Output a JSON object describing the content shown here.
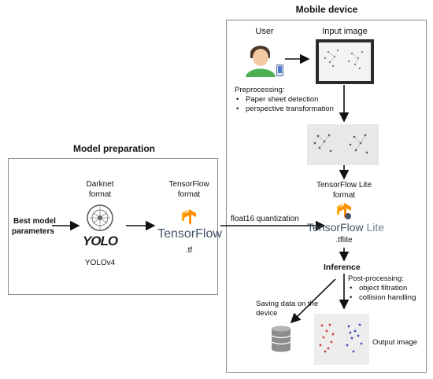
{
  "model_preparation": {
    "title": "Model preparation",
    "best_model_line1": "Best model",
    "best_model_line2": "parameters",
    "darknet_line1": "Darknet",
    "darknet_line2": "format",
    "yolo_logo_text": "YOLO",
    "yolov4_label": "YOLOv4",
    "tensorflow_line1": "TensorFlow",
    "tensorflow_line2": "format",
    "tensorflow_logo_text": "TensorFlow",
    "tf_ext": ".tf"
  },
  "quantization_label": "float16 quantization",
  "mobile_device": {
    "title": "Mobile device",
    "user_label": "User",
    "input_image_label": "Input image",
    "preprocessing_title": "Preprocessing:",
    "preprocessing_items": [
      "Paper sheet detection",
      "perspective transformation"
    ],
    "tflite_line1": "TensorFlow Lite",
    "tflite_line2": "format",
    "tflite_logo_text": "TensorFlow",
    "tflite_logo_lite": "Lite",
    "tflite_ext": ".tflite",
    "inference_label": "Inference",
    "postprocessing_title": "Post-processing:",
    "postprocessing_items": [
      "object filtration",
      "collision handling"
    ],
    "saving_line1": "Saving data on the",
    "saving_line2": "device",
    "output_image_label": "Output image"
  },
  "colors": {
    "tf_orange": "#ff8f00",
    "tf_text": "#425066",
    "panel_border": "#8a8a8a",
    "arrow": "#111111"
  }
}
